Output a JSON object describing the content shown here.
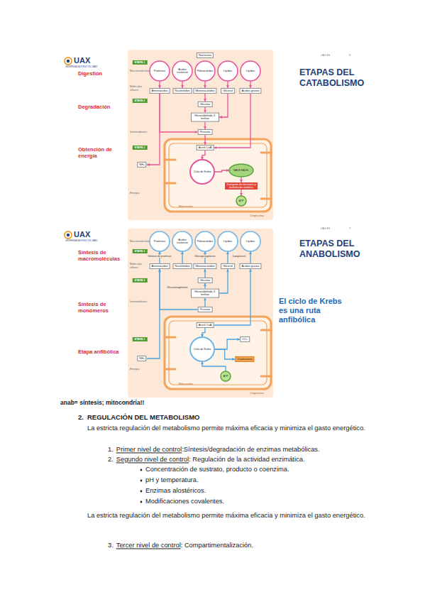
{
  "diagram": {
    "nodes": [
      {
        "text": [
          "Nutrientes"
        ]
      },
      {
        "text": [
          "ETAPA 1"
        ]
      },
      {
        "text": [
          "Proteínas"
        ]
      },
      {
        "text": [
          "Ácidos nucleicos"
        ]
      },
      {
        "text": [
          "Polisacáridos"
        ]
      },
      {
        "text": [
          "Lípidos"
        ]
      },
      {
        "text": [
          "Lípidos"
        ]
      },
      {
        "text": [
          "Aminoácidos"
        ]
      },
      {
        "text": [
          "Nucleótidos"
        ]
      },
      {
        "text": [
          "Monosacáridos"
        ]
      },
      {
        "text": [
          "Glicerol"
        ]
      },
      {
        "text": [
          "Ácidos grasos"
        ]
      },
      {
        "text": [
          "ETAPA 2"
        ]
      },
      {
        "text": [
          "Glucosa"
        ]
      },
      {
        "text": [
          "Gliceraldehído 3-fosfato"
        ]
      },
      {
        "text": [
          "Piruvato"
        ]
      },
      {
        "text": [
          "ETAPA 3"
        ]
      },
      {
        "text": [
          "Acetil CoA"
        ]
      },
      {
        "text": [
          "NH₃"
        ]
      },
      {
        "text": [
          "Ciclo de Krebs"
        ]
      },
      {
        "text": [
          "NADH FADH₂"
        ]
      },
      {
        "text": [
          "Transporte de electrones y fosforilación oxidativa"
        ]
      },
      {
        "text": [
          "ATP"
        ]
      },
      {
        "text": [
          "ETAPA 3"
        ]
      },
      {
        "text": [
          "Proteínas"
        ]
      },
      {
        "text": [
          "Ácidos nucleicos"
        ]
      },
      {
        "text": [
          "Polisacáridos"
        ]
      },
      {
        "text": [
          "Lípidos"
        ]
      },
      {
        "text": [
          "Lípidos"
        ]
      },
      {
        "text": [
          "Aminoácidos"
        ]
      },
      {
        "text": [
          "Nucleótidos"
        ]
      },
      {
        "text": [
          "Monosacáridos"
        ]
      },
      {
        "text": [
          "Glicerol"
        ]
      },
      {
        "text": [
          "Ácidos grasos"
        ]
      },
      {
        "text": [
          "ETAPA 2"
        ]
      },
      {
        "text": [
          "Glucosa"
        ]
      },
      {
        "text": [
          "Gliceraldehído 3-fosfato"
        ]
      },
      {
        "text": [
          "Piruvato"
        ]
      },
      {
        "text": [
          "ETAPA 1"
        ]
      },
      {
        "text": [
          "Acetil CoA"
        ]
      },
      {
        "text": [
          "Ciclo de Krebs"
        ]
      },
      {
        "text": [
          "CO₂"
        ]
      },
      {
        "text": [
          "Oxalacetato"
        ]
      },
      {
        "text": [
          "NH₃"
        ]
      },
      {
        "text": [
          "ATP"
        ]
      }
    ],
    "edges": [
      {
        "from": 2,
        "to": 7,
        "arrow": "to"
      },
      {
        "from": 3,
        "to": 8,
        "arrow": "to"
      },
      {
        "from": 4,
        "to": 9,
        "arrow": "to"
      },
      {
        "from": 5,
        "to": 10,
        "arrow": "to"
      },
      {
        "from": 6,
        "to": 11,
        "arrow": "to"
      },
      {
        "from": 9,
        "to": 13,
        "arrow": "to"
      },
      {
        "from": 13,
        "to": 14,
        "arrow": "to"
      },
      {
        "from": 10,
        "to": 14,
        "arrow": "to"
      },
      {
        "from": 14,
        "to": 15,
        "arrow": "to"
      },
      {
        "from": 15,
        "to": 17,
        "arrow": "to"
      },
      {
        "from": 11,
        "to": 17,
        "arrow": "to"
      },
      {
        "from": 7,
        "to": 15,
        "arrow": "to"
      },
      {
        "from": 7,
        "to": 18,
        "arrow": "to"
      },
      {
        "from": 17,
        "to": 19,
        "arrow": "to"
      },
      {
        "from": 19,
        "to": 20,
        "arrow": "to"
      },
      {
        "from": 20,
        "to": 21,
        "arrow": "to"
      },
      {
        "from": 21,
        "to": 22,
        "arrow": "to"
      },
      {
        "from": 29,
        "to": 24,
        "arrow": "to"
      },
      {
        "from": 30,
        "to": 25,
        "arrow": "to"
      },
      {
        "from": 31,
        "to": 26,
        "arrow": "to"
      },
      {
        "from": 32,
        "to": 27,
        "arrow": "to"
      },
      {
        "from": 33,
        "to": 28,
        "arrow": "to"
      },
      {
        "from": 35,
        "to": 31,
        "arrow": "to"
      },
      {
        "from": 36,
        "to": 35,
        "arrow": "to"
      },
      {
        "from": 36,
        "to": 32,
        "arrow": "to"
      },
      {
        "from": 37,
        "to": 36,
        "arrow": "to"
      },
      {
        "from": 39,
        "to": 33,
        "arrow": "to"
      },
      {
        "from": 37,
        "to": 29,
        "arrow": "to"
      },
      {
        "from": 43,
        "to": 29,
        "arrow": "to"
      },
      {
        "from": 39,
        "to": 40,
        "arrow": "to"
      },
      {
        "from": 40,
        "to": 41,
        "arrow": "to"
      },
      {
        "from": 40,
        "to": 42,
        "arrow": "to"
      },
      {
        "from": 44,
        "to": 40,
        "arrow": "to"
      }
    ],
    "labels": [
      "UAX",
      "UNIVERSIDAD ALFONSO X EL SABIO",
      "UAX.ES",
      "6",
      "ETAPAS DEL CATABOLISMO",
      "Digestión",
      "Degradación",
      "Obtención de energía",
      "Macromoléculas",
      "Moléculas sillares",
      "Intermediarios",
      "Energía",
      "Mitocondria",
      "Citoplasma",
      "UAX",
      "UNIVERSIDAD ALFONSO X EL SABIO",
      "UAX.ES",
      "7",
      "ETAPAS DEL ANABOLISMO",
      "Síntesis de macromoléculas",
      "Síntesis de monómeros",
      "Etapa anfibólica",
      "El ciclo de Krebs es una ruta anfibólica",
      "Macromoléculas",
      "Moléculas sillares",
      "Intermediarios",
      "Energía",
      "Mitocondria",
      "Citoplasma",
      "Síntesis de proteínas",
      "Glucogenogénesis",
      "Lipogénesis",
      "Gluconeogénesis",
      "anab= síntesis; mitocondria!!",
      "2.",
      "REGULACIÓN DEL METABOLISMO",
      "La estricta regulación del metabolismo permite máxima eficacia y minimiza el gasto energético.",
      "1.",
      "Primer nivel de control",
      ":Síntesis/degradación de enzimas metabólicas.",
      "2.",
      "Segundo nivel de control",
      ": Regulación de la actividad enzimática.",
      "Concentración de sustrato, producto o coenzima.",
      "pH y temperatura.",
      "Enzimas alostéricos.",
      "Modificaciones covalentes.",
      "La estricta regulación del metabolismo permite máxima eficacia y minimiza el gasto energético.",
      "3.",
      "Tercer nivel de control",
      ": Compartimentalización."
    ]
  }
}
